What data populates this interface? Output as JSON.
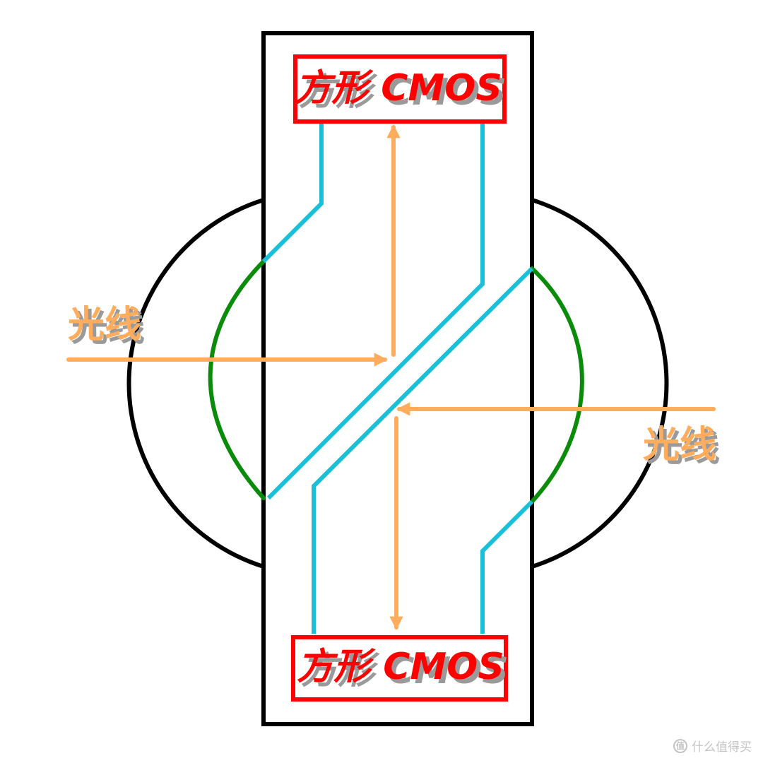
{
  "sensor_top": {
    "label": "方形 CMOS"
  },
  "sensor_bottom": {
    "label": "方形 CMOS"
  },
  "light_left": {
    "label": "光线"
  },
  "light_right": {
    "label": "光线"
  },
  "watermark": {
    "logo_glyph": "值",
    "text": "什么值得买"
  },
  "colors": {
    "frame": "#000000",
    "sensor": "#ff0000",
    "optical_path": "#19c0d8",
    "lens_curve": "#0a8c0a",
    "light_ray": "#ffad5c",
    "label_shadow": "#9a9a9a"
  }
}
